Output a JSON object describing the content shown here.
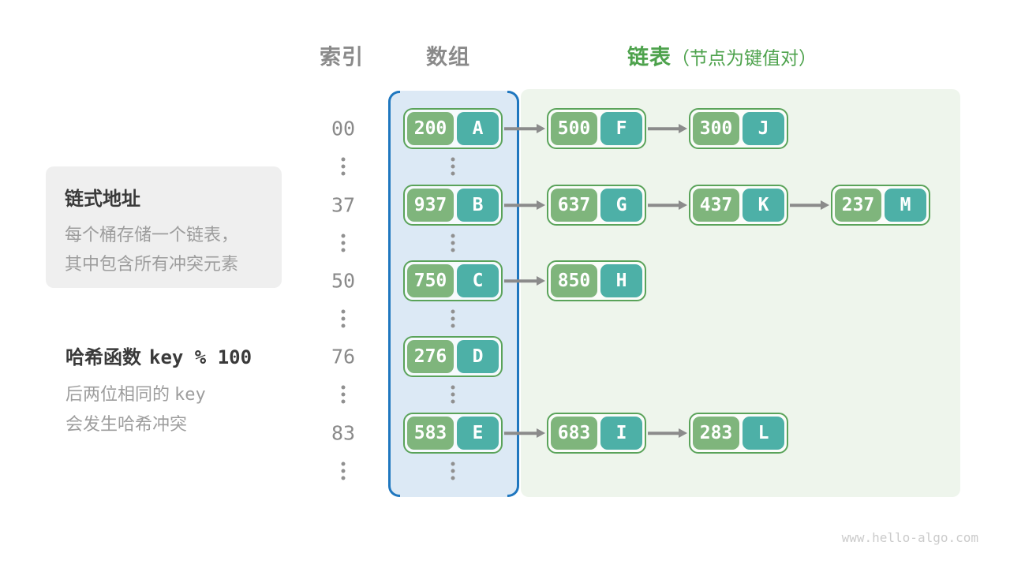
{
  "headers": {
    "index": "索引",
    "array": "数组",
    "list_bold": "链表",
    "list_note": "（节点为键值对）"
  },
  "annotations": {
    "box": {
      "title": "链式地址",
      "line1": "每个桶存储一个链表，",
      "line2": "其中包含所有冲突元素"
    },
    "hash": {
      "title_prefix": "哈希函数",
      "title_code": "key % 100",
      "line1_prefix": "后两位相同的",
      "line1_code": "key",
      "line2": "会发生哈希冲突"
    }
  },
  "rows": [
    {
      "index": "00",
      "nodes": [
        {
          "key": "200",
          "value": "A"
        },
        {
          "key": "500",
          "value": "F"
        },
        {
          "key": "300",
          "value": "J"
        }
      ]
    },
    {
      "index": "37",
      "nodes": [
        {
          "key": "937",
          "value": "B"
        },
        {
          "key": "637",
          "value": "G"
        },
        {
          "key": "437",
          "value": "K"
        },
        {
          "key": "237",
          "value": "M"
        }
      ]
    },
    {
      "index": "50",
      "nodes": [
        {
          "key": "750",
          "value": "C"
        },
        {
          "key": "850",
          "value": "H"
        }
      ]
    },
    {
      "index": "76",
      "nodes": [
        {
          "key": "276",
          "value": "D"
        }
      ]
    },
    {
      "index": "83",
      "nodes": [
        {
          "key": "583",
          "value": "E"
        },
        {
          "key": "683",
          "value": "I"
        },
        {
          "key": "283",
          "value": "L"
        }
      ]
    }
  ],
  "watermark": "www.hello-algo.com",
  "colors": {
    "node_key_green": "#7fb57c",
    "node_value_teal": "#4db0a7",
    "node_border_green": "#5aa35a",
    "array_bg": "#dce9f5",
    "array_border": "#1f77bf",
    "list_bg": "#eef5ec",
    "header_gray": "#8a8a8a",
    "header_green": "#4da24c",
    "text_dark": "#3a3a3a",
    "text_gray": "#9d9d9d",
    "box_bg": "#efefef",
    "arrow_gray": "#8b8b8b",
    "watermark_gray": "#cbcbcb"
  }
}
